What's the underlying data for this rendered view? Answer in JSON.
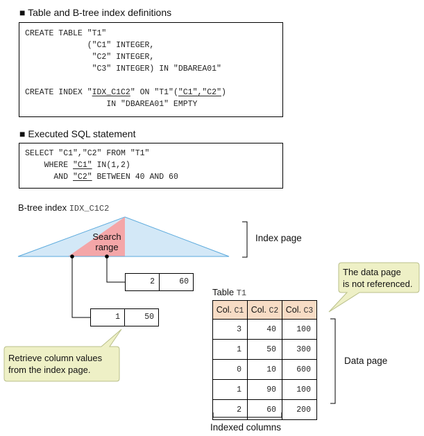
{
  "section1": {
    "bullet": "■",
    "heading": "Table and B-tree index definitions",
    "line1": "CREATE TABLE \"T1\"",
    "line2": "             (\"C1\" INTEGER,",
    "line3": "              \"C2\" INTEGER,",
    "line4": "              \"C3\" INTEGER) IN \"DBAREA01\"",
    "line5_pre": "CREATE INDEX \"",
    "line5_idx": "IDX_C1C2",
    "line5_mid": "\" ON \"T1\"(",
    "line5_cols": "\"C1\",\"C2\"",
    "line5_post": ")",
    "line6": "                 IN \"DBAREA01\" EMPTY"
  },
  "section2": {
    "bullet": "■",
    "heading": "Executed SQL statement",
    "line1": "SELECT \"C1\",\"C2\" FROM \"T1\"",
    "line2_pre": "    WHERE ",
    "line2_col": "\"C1\"",
    "line2_post": " IN(1,2)",
    "line3_pre": "      AND ",
    "line3_col": "\"C2\"",
    "line3_post": " BETWEEN 40 AND 60"
  },
  "btree": {
    "label": "B-tree index",
    "index_name": "IDX_C1C2",
    "search_range_line1": "Search",
    "search_range_line2": "range",
    "index_page_label": "Index page",
    "entry_top": {
      "c1": "2",
      "c2": "60"
    },
    "entry_bottom": {
      "c1": "1",
      "c2": "50"
    }
  },
  "callout_left": {
    "line1": "Retrieve column values",
    "line2": "from the index page."
  },
  "callout_right": {
    "line1": "The data page",
    "line2": "is not referenced."
  },
  "table": {
    "label": "Table",
    "name": "T1",
    "col_prefix": "Col.",
    "columns": [
      "C1",
      "C2",
      "C3"
    ],
    "rows": [
      [
        "3",
        "40",
        "100"
      ],
      [
        "1",
        "50",
        "300"
      ],
      [
        "0",
        "10",
        "600"
      ],
      [
        "1",
        "90",
        "100"
      ],
      [
        "2",
        "60",
        "200"
      ]
    ],
    "data_page_label": "Data page",
    "indexed_columns_label": "Indexed columns"
  },
  "colors": {
    "index_fill": "#d3e8f7",
    "index_stroke": "#5aa9dc",
    "search_fill": "#f4a6a8",
    "callout_fill": "#eef0c6",
    "callout_stroke": "#b9bf8a",
    "header_fill": "#f7dcc5"
  }
}
